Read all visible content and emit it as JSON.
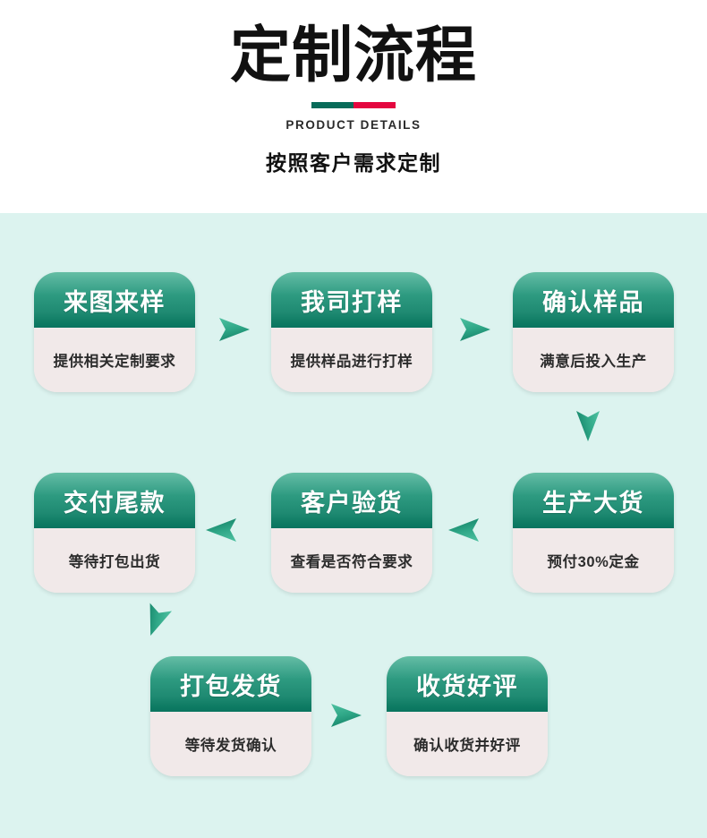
{
  "header": {
    "title": "定制流程",
    "divider": {
      "left_color": "#076b59",
      "right_color": "#e4063f"
    },
    "subtitle_en": "PRODUCT DETAILS",
    "subtitle_cn": "按照客户需求定制"
  },
  "theme": {
    "background": "#dcf3ef",
    "card_body": "#f1e9e9",
    "card_head_top": "#3fae8e",
    "card_head_bottom": "#0a7460",
    "arrow_color": "#35ab8b",
    "title_color": "#111111"
  },
  "flow": {
    "steps": [
      {
        "title": "来图来样",
        "desc": "提供相关定制要求"
      },
      {
        "title": "我司打样",
        "desc": "提供样品进行打样"
      },
      {
        "title": "确认样品",
        "desc": "满意后投入生产"
      },
      {
        "title": "交付尾款",
        "desc": "等待打包出货"
      },
      {
        "title": "客户验货",
        "desc": "查看是否符合要求"
      },
      {
        "title": "生产大货",
        "desc": "预付30%定金"
      },
      {
        "title": "打包发货",
        "desc": "等待发货确认"
      },
      {
        "title": "收货好评",
        "desc": "确认收货并好评"
      }
    ],
    "arrows": [
      {
        "name": "arrow-step1-to-step2",
        "direction": "right"
      },
      {
        "name": "arrow-step2-to-step3",
        "direction": "right"
      },
      {
        "name": "arrow-step3-to-step6",
        "direction": "down"
      },
      {
        "name": "arrow-step6-to-step5",
        "direction": "left"
      },
      {
        "name": "arrow-step5-to-step4",
        "direction": "left"
      },
      {
        "name": "arrow-step4-to-step7",
        "direction": "down-left"
      },
      {
        "name": "arrow-step7-to-step8",
        "direction": "right"
      }
    ]
  }
}
